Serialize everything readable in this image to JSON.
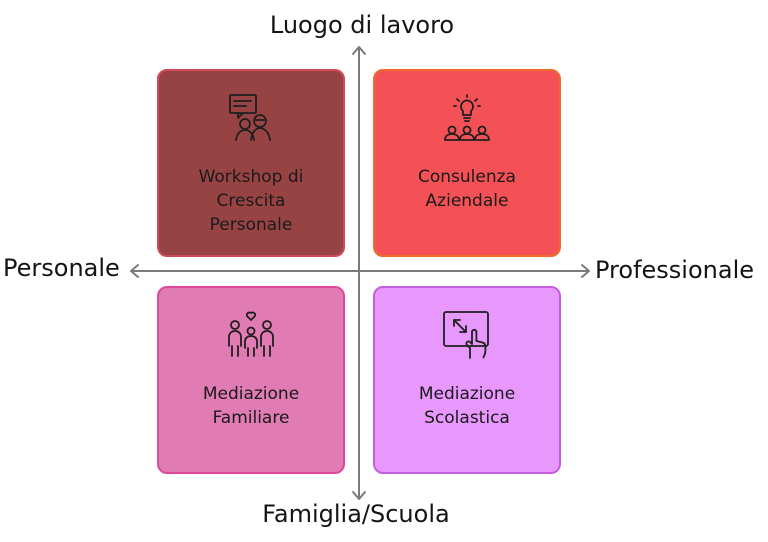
{
  "axes": {
    "top": "Luogo di lavoro",
    "bottom": "Famiglia/Scuola",
    "left": "Personale",
    "right": "Professionale"
  },
  "quadrants": {
    "top_left": {
      "lines": [
        "Workshop di",
        "Crescita",
        "Personale"
      ],
      "icon": "workshop-discussion-icon"
    },
    "top_right": {
      "lines": [
        "Consulenza",
        "Aziendale"
      ],
      "icon": "idea-team-icon"
    },
    "bottom_left": {
      "lines": [
        "Mediazione",
        "Familiare"
      ],
      "icon": "family-heart-icon"
    },
    "bottom_right": {
      "lines": [
        "Mediazione",
        "Scolastica"
      ],
      "icon": "touch-screen-resize-icon"
    }
  },
  "colors": {
    "top_left": "#974344",
    "top_right": "#f35155",
    "bottom_left": "#e07bb3",
    "bottom_right": "#e898fd",
    "axis": "#7a7a7a"
  }
}
